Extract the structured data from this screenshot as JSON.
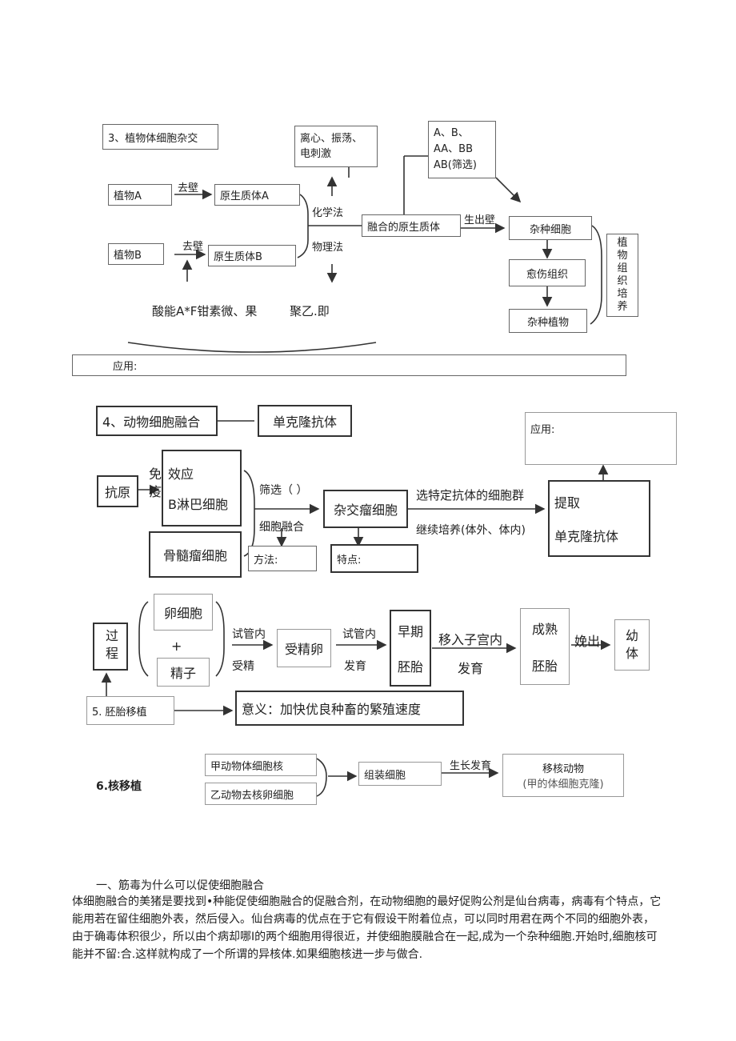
{
  "s3": {
    "title": "3、植物体细胞杂交",
    "plantA": "植物A",
    "plantB": "植物B",
    "dewall1": "去壁",
    "dewall2": "去壁",
    "protoA": "原生质体A",
    "protoB": "原生质体B",
    "chem": "化学法",
    "phys": "物理法",
    "physMethods": "离心、振荡、电刺激",
    "fused": "融合的原生质体",
    "types": "A、B、AA、BB AB(筛选)",
    "growWall": "生出壁",
    "hybridCell": "杂种细胞",
    "callus": "愈伤组织",
    "hybridPlant": "杂种植物",
    "tissueCulture": "植物组织培养",
    "enzymeNote": "酸能A*F钳素微、果",
    "pegNote": "聚乙.即",
    "appLabel": "应用:"
  },
  "s4": {
    "title": "4、动物细胞融合",
    "mab": "单克隆抗体",
    "appLabel": "应用:",
    "antigen": "抗原",
    "immune": "免疫",
    "effectorA": "效应",
    "effectorB": "B淋巴细胞",
    "myeloma": "骨髓瘤细胞",
    "screen": "筛选（ ）",
    "fusion": "细胞融合",
    "method": "方法:",
    "hybridoma": "杂交瘤细胞",
    "feature": "特点:",
    "selectText": "选特定抗体的细胞群",
    "cultureText": "继续培养(体外、体内)",
    "extractA": "提取",
    "extractB": "单克隆抗体"
  },
  "s5": {
    "process": "过程",
    "egg": "卵细胞",
    "plus": "+",
    "sperm": "精子",
    "ivfA": "试管内",
    "ivfB": "受精",
    "zygote": "受精卵",
    "devA": "试管内",
    "devB": "发育",
    "earlyA": "早期",
    "earlyB": "胚胎",
    "moveA": "移入子宫内",
    "moveB": "发育",
    "matureA": "成熟",
    "matureB": "胚胎",
    "birth": "娩出",
    "young": "幼体",
    "title": "5. 胚胎移植",
    "meaning": "意义：加快优良种畜的繁殖速度"
  },
  "s6": {
    "title": "6.核移植",
    "nucleusA": "甲动物体细胞核",
    "enucleated": "乙动物去核卵细胞",
    "assembled": "组装细胞",
    "grow": "生长发育",
    "clone": "移核动物",
    "cloneSub": "(甲的体细胞克隆)"
  },
  "text": {
    "heading": "一、筋毒为什么可以促使细胞融合",
    "paragraph": "体细胞融合的美猪是要找到•种能促使细胞融合的促融合剂，在动物细胞的最好促购公剂是仙台病毒，病毒有个特点，它能用若在留住细胞外表，然后侵入。仙台病毒的优点在于它有假设干附着位点，可以同时用君在两个不同的细胞外表，由于确毒体积很少，所以由个病却哪I的两个细胞用得很近，并使细胞膜融合在一起,成为一个杂种细胞.开始时,细胞核可能并不留:合.这样就构成了一个所谓的异核体.如果细胞核进一步与做合."
  }
}
